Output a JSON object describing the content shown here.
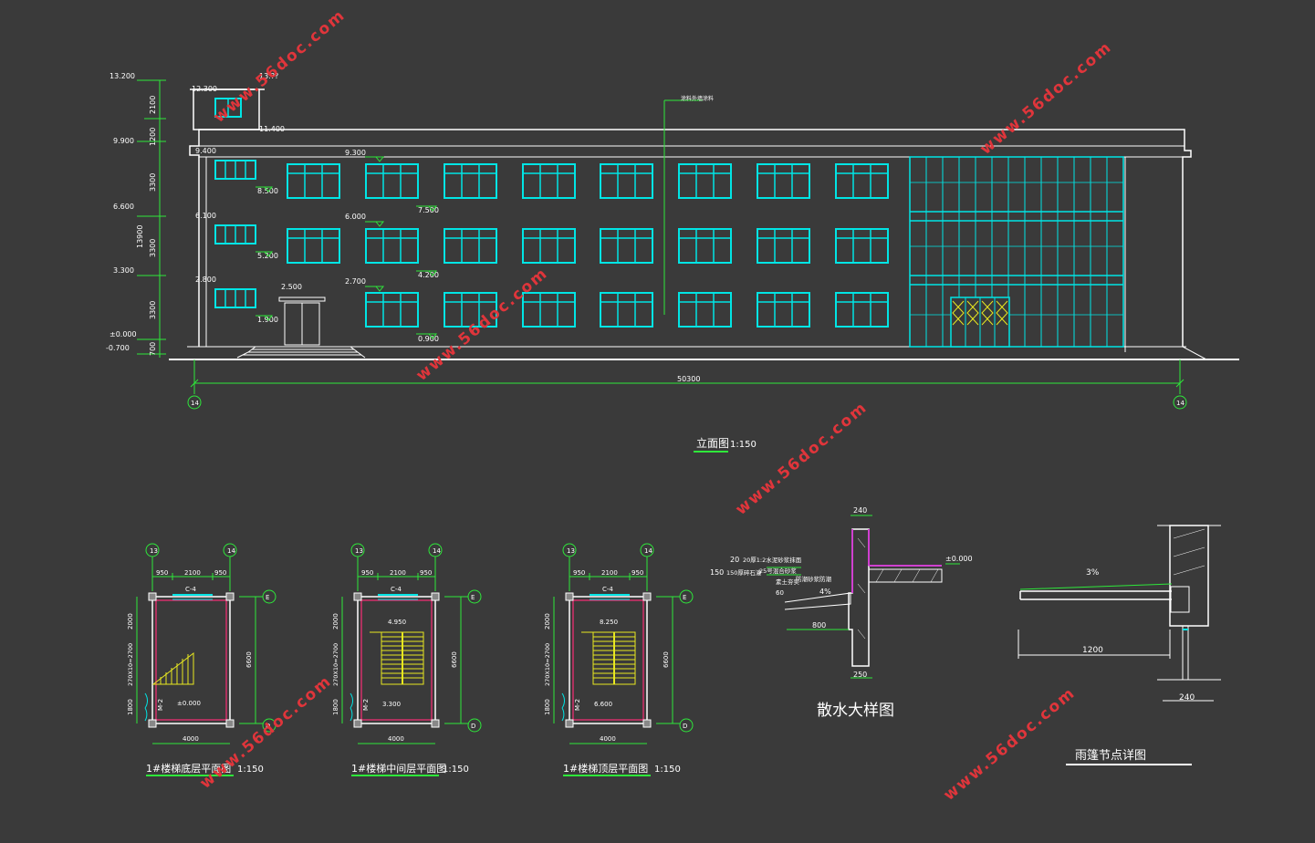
{
  "colors": {
    "background": "#3a3a3a",
    "line": "#ffffff",
    "window": "#00e5e5",
    "dim": "#2ee83a",
    "column": "#d4306a",
    "stair": "#e8e820",
    "watermark": "#e0353b",
    "magenta": "#d040d0"
  },
  "elevation": {
    "title": "立面图",
    "scale": "1:150",
    "overall_dim": "50300",
    "axis_left": "14",
    "axis_right": "14",
    "material_note": "涂料外墙涂料",
    "levels_left": [
      "13.200",
      "9.900",
      "6.600",
      "3.300",
      "±0.000",
      "-0.700"
    ],
    "vertical_dims": [
      "2100",
      "1200",
      "3300",
      "13900",
      "3300",
      "3300",
      "700"
    ],
    "rooftop_levels": [
      "12.300",
      "13.??",
      "11.400"
    ],
    "small_window_levels": [
      "9.400",
      "8.500",
      "6.100",
      "5.200",
      "2.800",
      "1.900"
    ],
    "main_window_levels": [
      "9.300",
      "7.500",
      "6.000",
      "4.200",
      "2.700",
      "0.900"
    ],
    "canopy_level": "2.500"
  },
  "stair_plans": [
    {
      "title": "1#楼梯底层平面图",
      "scale": "1:150",
      "axis_a": "13",
      "axis_b": "14",
      "axis_e": "E",
      "axis_d": "D",
      "top_dims": [
        "950",
        "2100",
        "950"
      ],
      "window": "C-4",
      "left_dims": [
        "2000",
        "270X10=2700",
        "1800"
      ],
      "right_dim": "6600",
      "bottom_dim": "4000",
      "door": "M-2",
      "level": "±0.000",
      "level2": ""
    },
    {
      "title": "1#楼梯中间层平面图",
      "scale": "1:150",
      "axis_a": "13",
      "axis_b": "14",
      "axis_e": "E",
      "axis_d": "D",
      "top_dims": [
        "950",
        "2100",
        "950"
      ],
      "window": "C-4",
      "left_dims": [
        "2000",
        "270X10=2700",
        "1800"
      ],
      "right_dim": "6600",
      "bottom_dim": "4000",
      "door": "M-2",
      "level": "4.950",
      "level2": "3.300"
    },
    {
      "title": "1#楼梯顶层平面图",
      "scale": "1:150",
      "axis_a": "13",
      "axis_b": "14",
      "axis_e": "E",
      "axis_d": "D",
      "top_dims": [
        "950",
        "2100",
        "950"
      ],
      "window": "C-4",
      "left_dims": [
        "2000",
        "270X10=2700",
        "1800"
      ],
      "right_dim": "6600",
      "bottom_dim": "4000",
      "door": "M-2",
      "level": "8.250",
      "level2": "6.600"
    }
  ],
  "apron_detail": {
    "title": "散水大样图",
    "dim_top": "240",
    "dim_bottom": "250",
    "dim_width": "800",
    "level": "±0.000",
    "slope": "4%",
    "layers": [
      "20厚1:2水泥砂浆抹面",
      "150厚碎石灌",
      "25号混合砂浆",
      "素土夯实",
      "防潮砂浆防潮"
    ],
    "layer_prefix_1": "20",
    "layer_prefix_2": "150",
    "mark": "60"
  },
  "canopy_detail": {
    "title": "雨篷节点详图",
    "slope": "3%",
    "dim_width": "1200",
    "dim_wall": "240"
  },
  "watermark": "www.56doc.com"
}
